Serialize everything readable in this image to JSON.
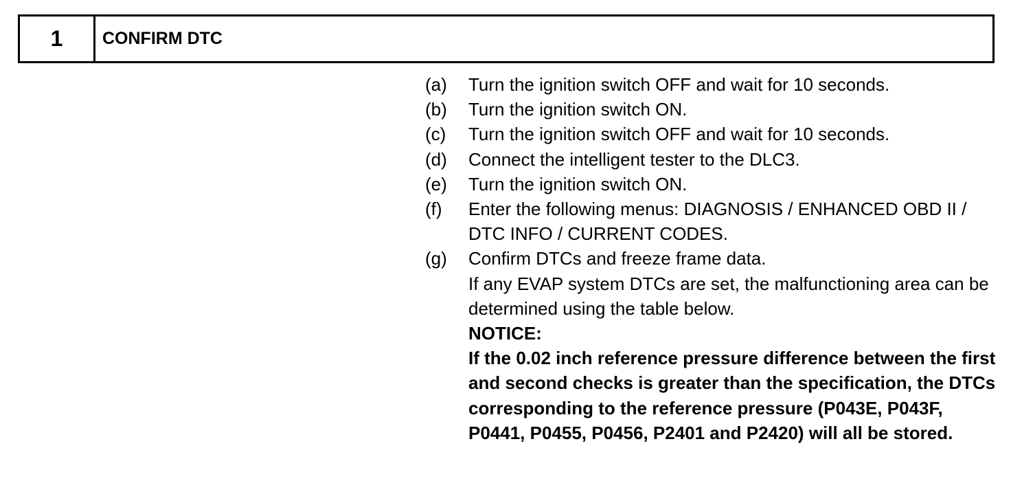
{
  "header": {
    "number": "1",
    "title": "CONFIRM DTC"
  },
  "steps": [
    {
      "marker": "(a)",
      "text": "Turn the ignition switch OFF and wait for 10 seconds."
    },
    {
      "marker": "(b)",
      "text": "Turn the ignition switch ON."
    },
    {
      "marker": "(c)",
      "text": "Turn the ignition switch OFF and wait for 10 seconds."
    },
    {
      "marker": "(d)",
      "text": "Connect the intelligent tester to the DLC3."
    },
    {
      "marker": "(e)",
      "text": "Turn the ignition switch ON."
    },
    {
      "marker": "(f)",
      "text": "Enter the following menus: DIAGNOSIS / ENHANCED OBD II / DTC INFO / CURRENT CODES."
    },
    {
      "marker": "(g)",
      "text": "Confirm DTCs and freeze frame data.",
      "detail": "If any EVAP system DTCs are set, the malfunctioning area can be determined using the table below.",
      "notice_label": "NOTICE:",
      "notice_text": "If the 0.02 inch reference pressure difference between the first and second checks is greater than the specification, the DTCs corresponding to the reference pressure (P043E, P043F, P0441, P0455, P0456, P2401 and P2420) will all be stored."
    }
  ]
}
